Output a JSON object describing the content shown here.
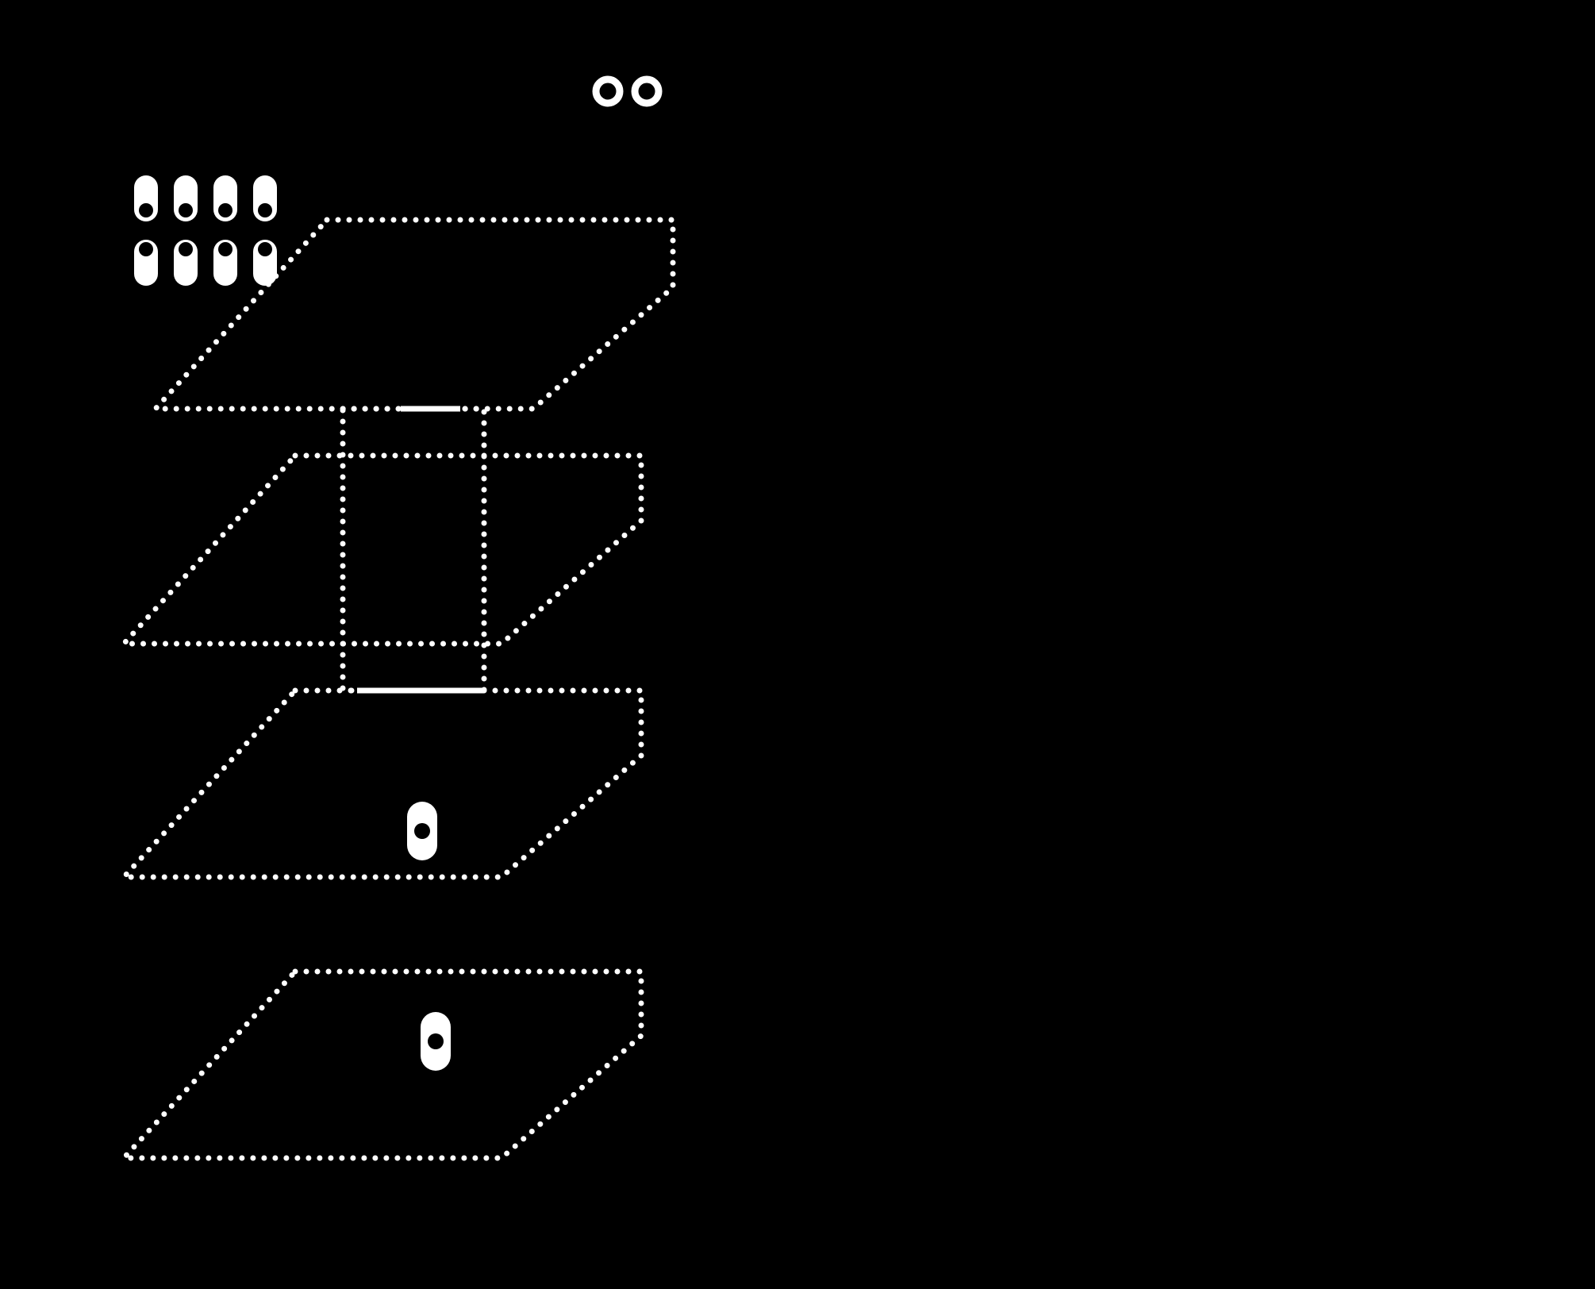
{
  "colors": {
    "background": "#000000",
    "foreground": "#ffffff"
  },
  "diagram": {
    "layers": [
      {
        "id": "layer-1"
      },
      {
        "id": "layer-2"
      },
      {
        "id": "layer-3"
      },
      {
        "id": "layer-4"
      }
    ],
    "connector": {
      "from": "layer-1",
      "to": "layer-3"
    },
    "pill_groups": [
      {
        "id": "top-row",
        "count": 4,
        "hole": "bottom"
      },
      {
        "id": "bottom-row",
        "count": 4,
        "hole": "top"
      }
    ],
    "ring_icons": 2,
    "pill_markers": 2
  }
}
